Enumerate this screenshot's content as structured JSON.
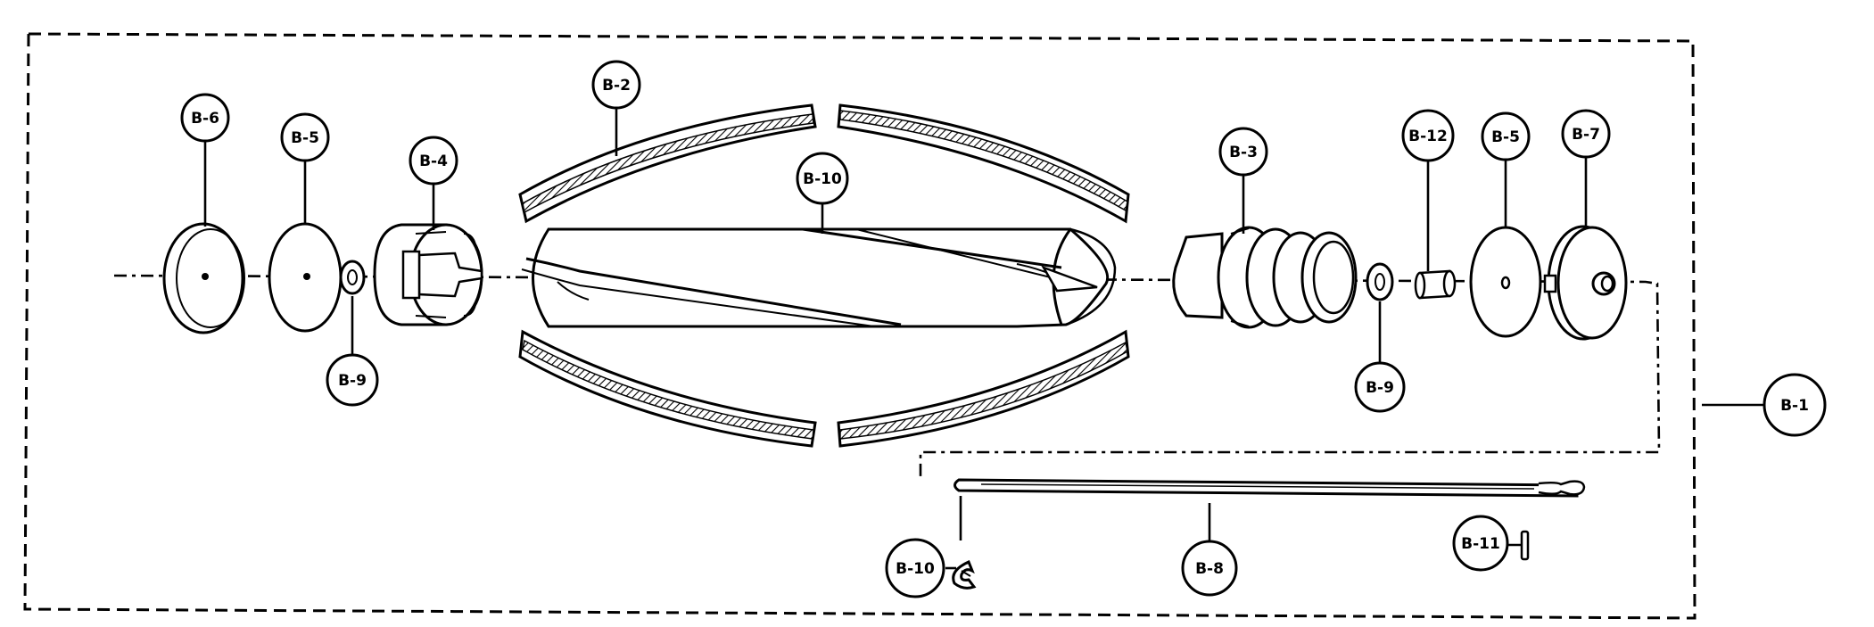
{
  "diagram": {
    "callouts": [
      {
        "id": "b6",
        "label": "B-6"
      },
      {
        "id": "b5-left",
        "label": "B-5"
      },
      {
        "id": "b4",
        "label": "B-4"
      },
      {
        "id": "b9-left",
        "label": "B-9"
      },
      {
        "id": "b2",
        "label": "B-2"
      },
      {
        "id": "b10-top",
        "label": "B-10"
      },
      {
        "id": "b3",
        "label": "B-3"
      },
      {
        "id": "b12",
        "label": "B-12"
      },
      {
        "id": "b5-right",
        "label": "B-5"
      },
      {
        "id": "b7",
        "label": "B-7"
      },
      {
        "id": "b9-right",
        "label": "B-9"
      },
      {
        "id": "b1",
        "label": "B-1"
      },
      {
        "id": "b10-bottom",
        "label": "B-10"
      },
      {
        "id": "b8",
        "label": "B-8"
      },
      {
        "id": "b11",
        "label": "B-11"
      }
    ]
  }
}
